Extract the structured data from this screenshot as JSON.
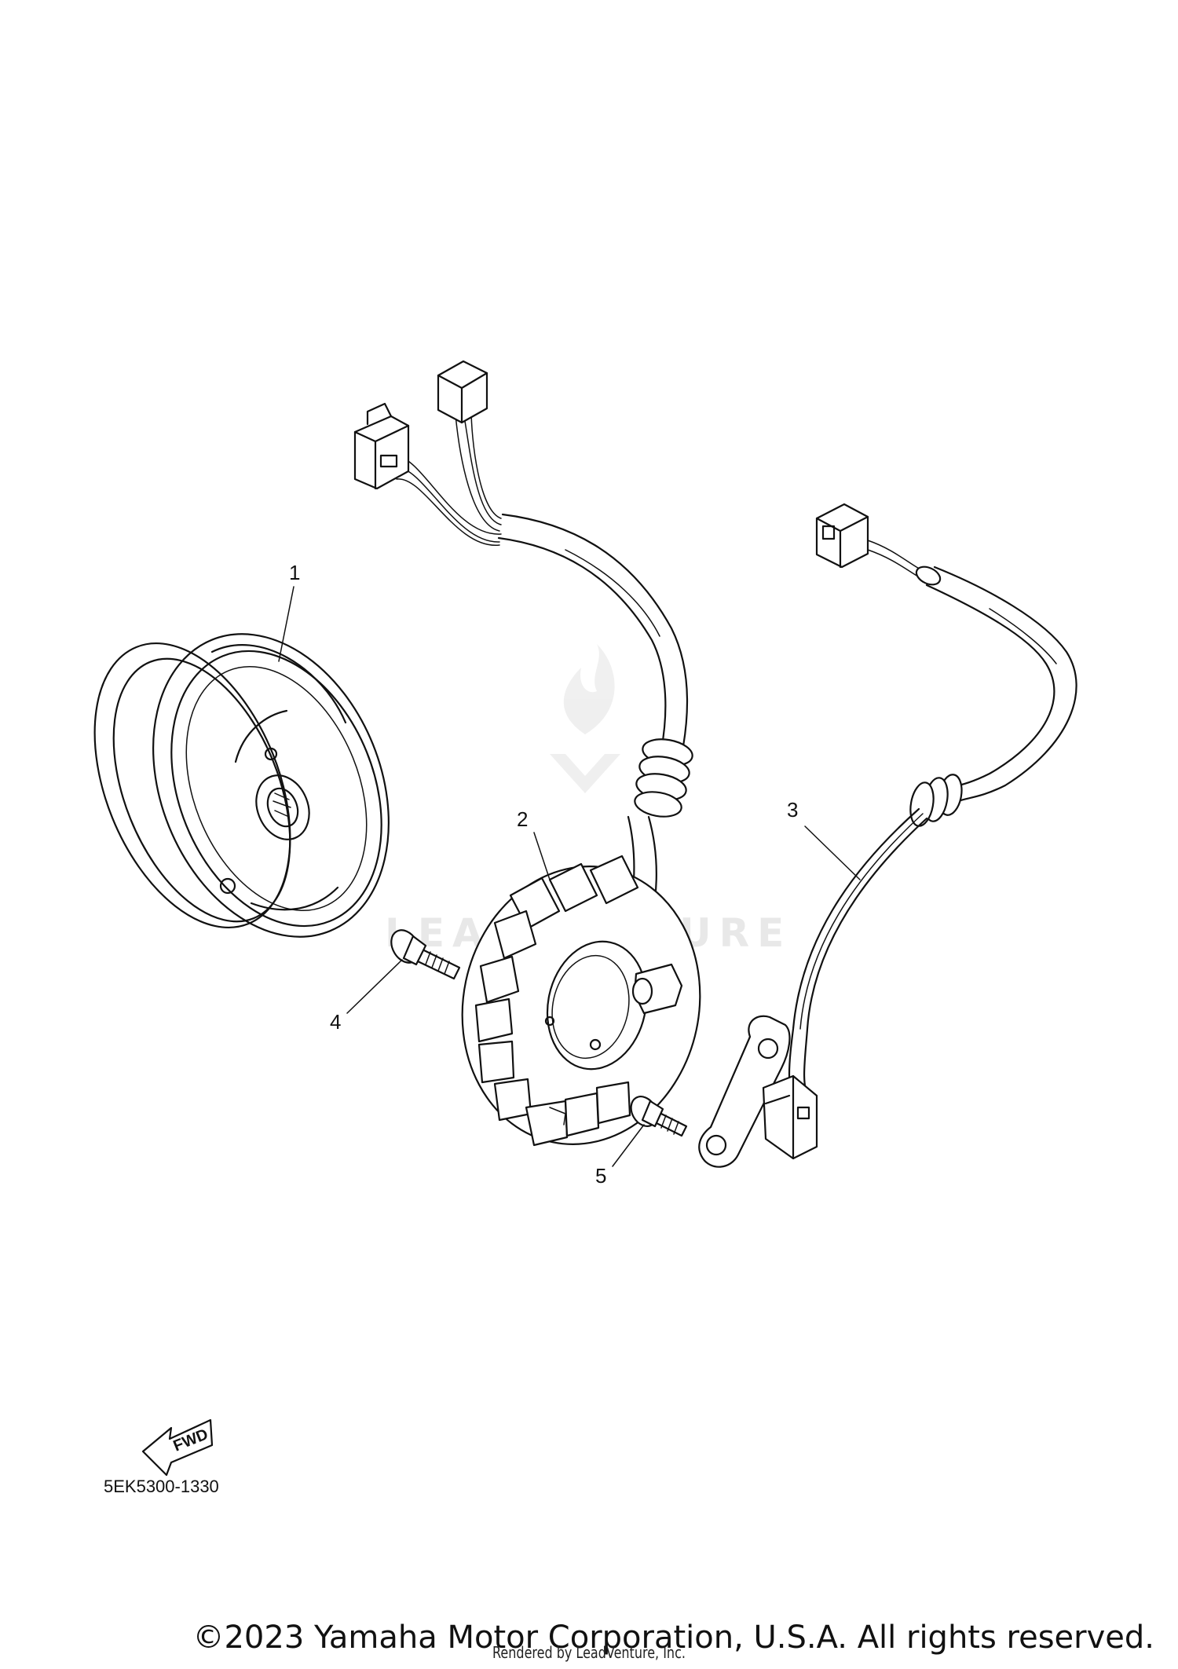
{
  "diagram": {
    "callouts": [
      {
        "id": "1",
        "label": "1"
      },
      {
        "id": "2",
        "label": "2"
      },
      {
        "id": "3",
        "label": "3"
      },
      {
        "id": "4",
        "label": "4"
      },
      {
        "id": "5",
        "label": "5"
      }
    ],
    "fwd_label": "FWD",
    "part_code": "5EK5300-1330",
    "watermark": "LEADVENTURE"
  },
  "footer": {
    "copyright": "©2023 Yamaha Motor Corporation, U.S.A. All rights reserved.",
    "rendered_by": "Rendered by LeadVenture, Inc."
  }
}
